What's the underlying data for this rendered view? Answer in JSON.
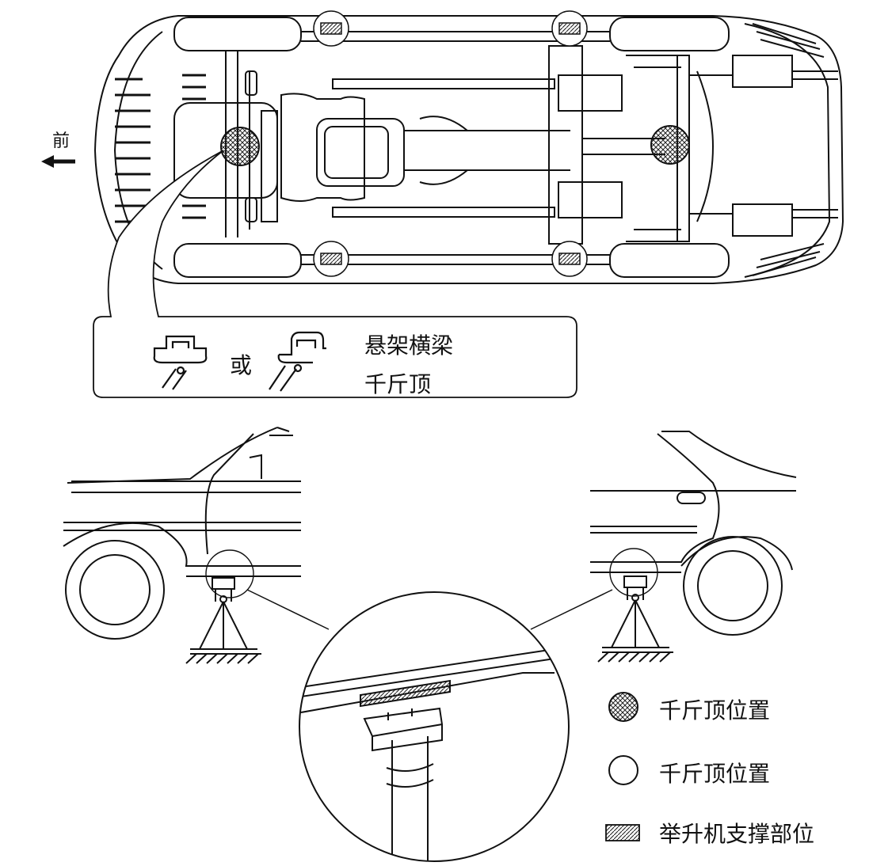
{
  "front_label": "前",
  "callout": {
    "or_text": "或",
    "line1": "悬架横梁",
    "line2": "千斤顶"
  },
  "legend": [
    {
      "symbol": "crosshatched-circle",
      "label": "千斤顶位置"
    },
    {
      "symbol": "open-circle",
      "label": "千斤顶位置"
    },
    {
      "symbol": "hatched-rectangle",
      "label": "举升机支撑部位"
    }
  ]
}
